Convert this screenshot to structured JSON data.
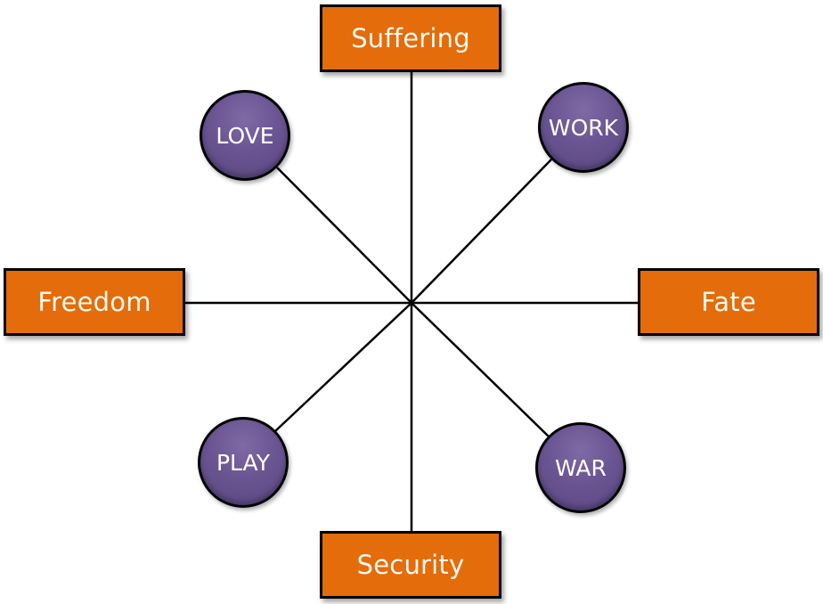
{
  "diagram": {
    "center_label": "",
    "axes": [
      {
        "id": "suffering",
        "label": "Suffering",
        "position": "top"
      },
      {
        "id": "security",
        "label": "Security",
        "position": "bottom"
      },
      {
        "id": "freedom",
        "label": "Freedom",
        "position": "left"
      },
      {
        "id": "fate",
        "label": "Fate",
        "position": "right"
      }
    ],
    "nodes": [
      {
        "id": "love",
        "label": "LOVE",
        "position": "top-left"
      },
      {
        "id": "work",
        "label": "WORK",
        "position": "top-right"
      },
      {
        "id": "play",
        "label": "PLAY",
        "position": "bottom-left"
      },
      {
        "id": "war",
        "label": "WAR",
        "position": "bottom-right"
      }
    ],
    "colors": {
      "axis_box": "#E46C0A",
      "node_circle": "#6A5592",
      "line": "#000000",
      "text": "#FFFFFF"
    }
  }
}
